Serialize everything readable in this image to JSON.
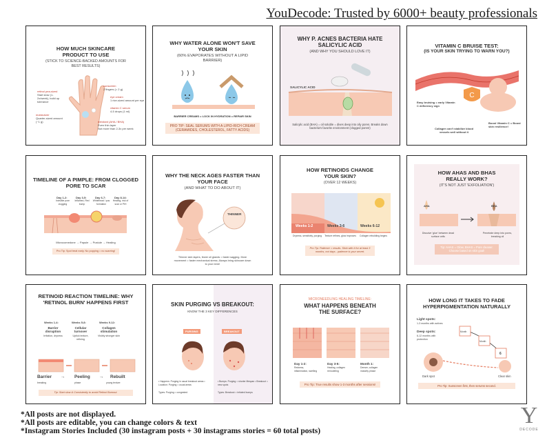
{
  "header": {
    "title": "YouDecode: Trusted by 6000+ beauty professionals"
  },
  "posts": [
    {
      "title": "HOW MUCH SKINCARE PRODUCT TO USE",
      "subtitle": "(STICK TO SCIENCE-BACKED AMOUNTS FOR BEST RESULTS)",
      "labels": [
        "sunscreen",
        "2 fingers (= 2 g)",
        "retinol pea-sized",
        "Start slow (1-2x/week), build up tolerance",
        "eye cream",
        "1 rice-sized amount per eye",
        "vitamin C serum",
        "4-5 drops (1 ml)",
        "moisturizer",
        "Quarter-sized amount (~1 g)",
        "exfoliant (AHA / BHA)",
        "Even thin layer",
        "Not more than 2-3x per week"
      ]
    },
    {
      "title": "WHY WATER ALONE WON'T SAVE YOUR SKIN",
      "subtitle": "(60% EVAPORATES WITHOUT A LIPID BARRIER)",
      "caption": "BARRIER CREAMS = LOCK IN HYDRATION = REPAIR SKIN",
      "tip": "PRO TIP: SEAL SERUMS WITH A LIPID-RICH CREAM (CERAMIDES, CHOLESTEROL, FATTY ACIDS)"
    },
    {
      "title": "WHY P. acnes BACTERIA HATE SALICYLIC ACID",
      "subtitle": "(AND WHY YOU SHOULD LOVE IT)",
      "label": "SALICYLIC ACID",
      "caption": "Salicylic acid (BHA) = oil soluble = dives deep into oily pores. Breaks down bacteria's favorite environment (clogged pores!)"
    },
    {
      "title": "VITAMIN C BRUISE TEST:",
      "subtitle": "(IS YOUR SKIN TRYING TO WARN YOU?)",
      "notes": [
        "Easy bruising = early Vitamin C deficiency sign",
        "Collagen can't stabilize blood vessels well without it",
        "Boost Vitamin C = Boost skin resilience!"
      ]
    },
    {
      "title": "TIMELINE OF A PIMPLE: FROM CLOGGED PORE TO SCAR",
      "days": [
        {
          "d": "Day 1-2:",
          "t": "Invisible pore clogging"
        },
        {
          "d": "Day 3-5:",
          "t": "Inflamed, Red bump"
        },
        {
          "d": "Day 6-7:",
          "t": "Whitehead / pus formation"
        },
        {
          "d": "Day 8-14:",
          "t": "Healing, risk of scar or PIH"
        }
      ],
      "flow": "Microcomedone → Papule → Pustule → Healing",
      "tip": "Pro Tip: Spot treat early. No popping = no scarring!"
    },
    {
      "title": "WHY THE NECK AGES FASTER THAN YOUR FACE",
      "subtitle": "(AND WHAT TO DO ABOUT IT)",
      "badge": "THINNER",
      "caption": "Thinner skin layers, fewer oil glands = faster sagging. More movement = faster mechanical stress. Always bring skincare down to your neck!"
    },
    {
      "title": "HOW RETINOIDS CHANGE YOUR SKIN?",
      "subtitle": "(OVER 12 WEEKS)",
      "weeks": [
        {
          "w": "Weeks 1-2",
          "t": "Dryness, sensitivity, purging"
        },
        {
          "w": "Weeks 3-6",
          "t": "Texture refines, glow improves"
        },
        {
          "w": "Weeks 6-12",
          "t": "Collagen rebuilding begins"
        }
      ],
      "tip": "Pro Tip: Patience = results. Stick with it for at least 3 months, not days - patience is your secret."
    },
    {
      "title": "HOW AHAS AND BHAS REALLY WORK?",
      "subtitle": "(IT'S NOT JUST 'EXFOLIATION')",
      "aha": "AHA",
      "bha": "BHA",
      "left": "Dissolve 'glue' between dead surface cells",
      "right": "Penetrate deep into pores, breaking oil",
      "tip": "Tip: AHAS = Glow, BHAS = Pore cleaner. Choose based on skin goal!"
    },
    {
      "title": "RETINOID REACTION TIMELINE: WHY 'RETINOL BURN' HAPPENS FIRST",
      "weeks": [
        {
          "w": "Weeks 1-4:",
          "h": "Barrier disruption",
          "t": "Irritation, dryness"
        },
        {
          "w": "Weeks 5-8:",
          "h": "Cellular turnover",
          "t": "Uptick texture, refining"
        },
        {
          "w": "Weeks 9-12:",
          "h": "Collagen stimulation",
          "t": "Visibly stronger skin"
        }
      ],
      "flow": [
        "Barrier",
        "Peeling",
        "Rebuilt"
      ],
      "flowsub": [
        "breaking",
        "phase",
        "young texture"
      ],
      "tip": "Tip: Start slow & Consistently to avoid Retinol Burnout."
    },
    {
      "title": "SKIN PURGING VS BREAKOUT:",
      "subtitle": "KNOW THE 3 KEY DIFFERENCES",
      "purging": "PURGING",
      "breakout": "BREAKOUT",
      "left": "• Happens: Purging in usual breakout areas • Location: Purging = usual areas",
      "right": "• Bumps: Purging = shorter lifespan • Breakout = new spots",
      "types": "Types: Purging = congested",
      "types2": "Types: Breakout = irritated bumps"
    },
    {
      "title": "WHAT HAPPENS BENEATH THE SURFACE?",
      "overline": "MICRONEEDLING HEALING TIMELINE:",
      "days": [
        {
          "d": "Day 1-2:",
          "t": "Redness, inflammation, swelling"
        },
        {
          "d": "Day 3-5:",
          "t": "Healing, collagen remodeling"
        },
        {
          "d": "Month 1:",
          "t": "Denser, collagen maturity phase"
        }
      ],
      "tip": "Pro Tip: True results show 1-3 months after sessions!"
    },
    {
      "title": "HOW LONG IT TAKES TO FADE HYPERPIGMENTATION NATURALLY",
      "light": "Light spots:",
      "lightt": "1-3 months with actives",
      "deep": "Deep spots:",
      "deept": "6-12 months with protection",
      "dark": "Dark spot",
      "clear": "Clear skin",
      "cal": [
        "Month",
        "Month",
        "6"
      ],
      "tip": "Pro Tip: Sunscreen first, then serums second."
    }
  ],
  "footer": {
    "line1": "*All posts are not displayed.",
    "line2": "*All posts are editable, you can change colors & text",
    "line3": "*Instagram Stories Included (30 instagram posts + 30 instagrams stories = 60 total posts)"
  },
  "logo": {
    "letter": "Y",
    "word": "DECODE"
  },
  "colors": {
    "accent": "#f39a7a",
    "skin": "#f7c9b4",
    "blue": "#8cc8e8",
    "border": "#222222",
    "tip": "#fbe6d9"
  }
}
